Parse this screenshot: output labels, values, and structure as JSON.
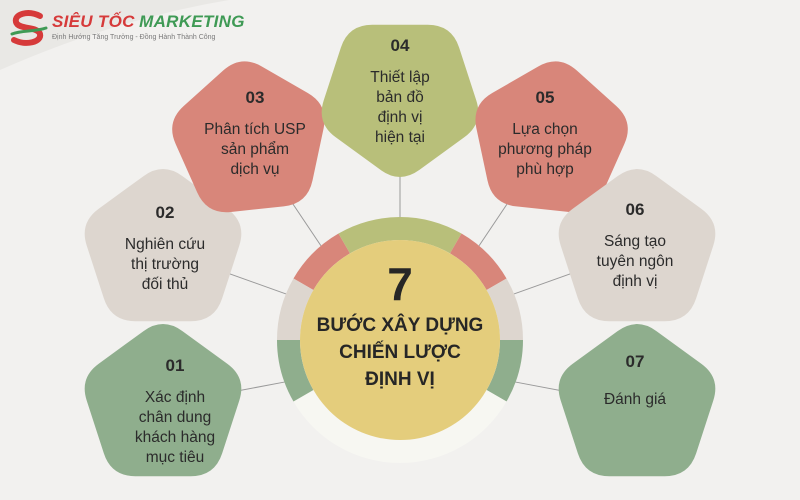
{
  "brand": {
    "name_red": "SIÊU TỐC",
    "name_green": "MARKETING",
    "tagline": "Định Hướng Tăng Trưởng - Đồng Hành Thành Công"
  },
  "center": {
    "number": "7",
    "title_lines": [
      "BƯỚC XÂY DỰNG",
      "CHIẾN LƯỢC",
      "ĐỊNH VỊ"
    ]
  },
  "steps": [
    {
      "num": "01",
      "lines": [
        "Xác định",
        "chân dung",
        "khách hàng",
        "mục tiêu"
      ],
      "color": "#8fae8d"
    },
    {
      "num": "02",
      "lines": [
        "Nghiên cứu",
        "thị trường",
        "đối thủ"
      ],
      "color": "#ddd6cf"
    },
    {
      "num": "03",
      "lines": [
        "Phân tích USP",
        "sản phẩm",
        "dịch vụ"
      ],
      "color": "#d8867a"
    },
    {
      "num": "04",
      "lines": [
        "Thiết lập",
        "bản đồ",
        "định vị",
        "hiện tại"
      ],
      "color": "#b8bf7a"
    },
    {
      "num": "05",
      "lines": [
        "Lựa chọn",
        "phương pháp",
        "phù hợp"
      ],
      "color": "#d8867a"
    },
    {
      "num": "06",
      "lines": [
        "Sáng tạo",
        "tuyên ngôn",
        "định vị"
      ],
      "color": "#ddd6cf"
    },
    {
      "num": "07",
      "lines": [
        "Đánh giá"
      ],
      "color": "#8fae8d"
    }
  ],
  "colors": {
    "background": "#f2f1ef",
    "center_fill": "#e4cd7c",
    "ring_light": "#f7f7f2",
    "connector": "#9a9a9a"
  }
}
